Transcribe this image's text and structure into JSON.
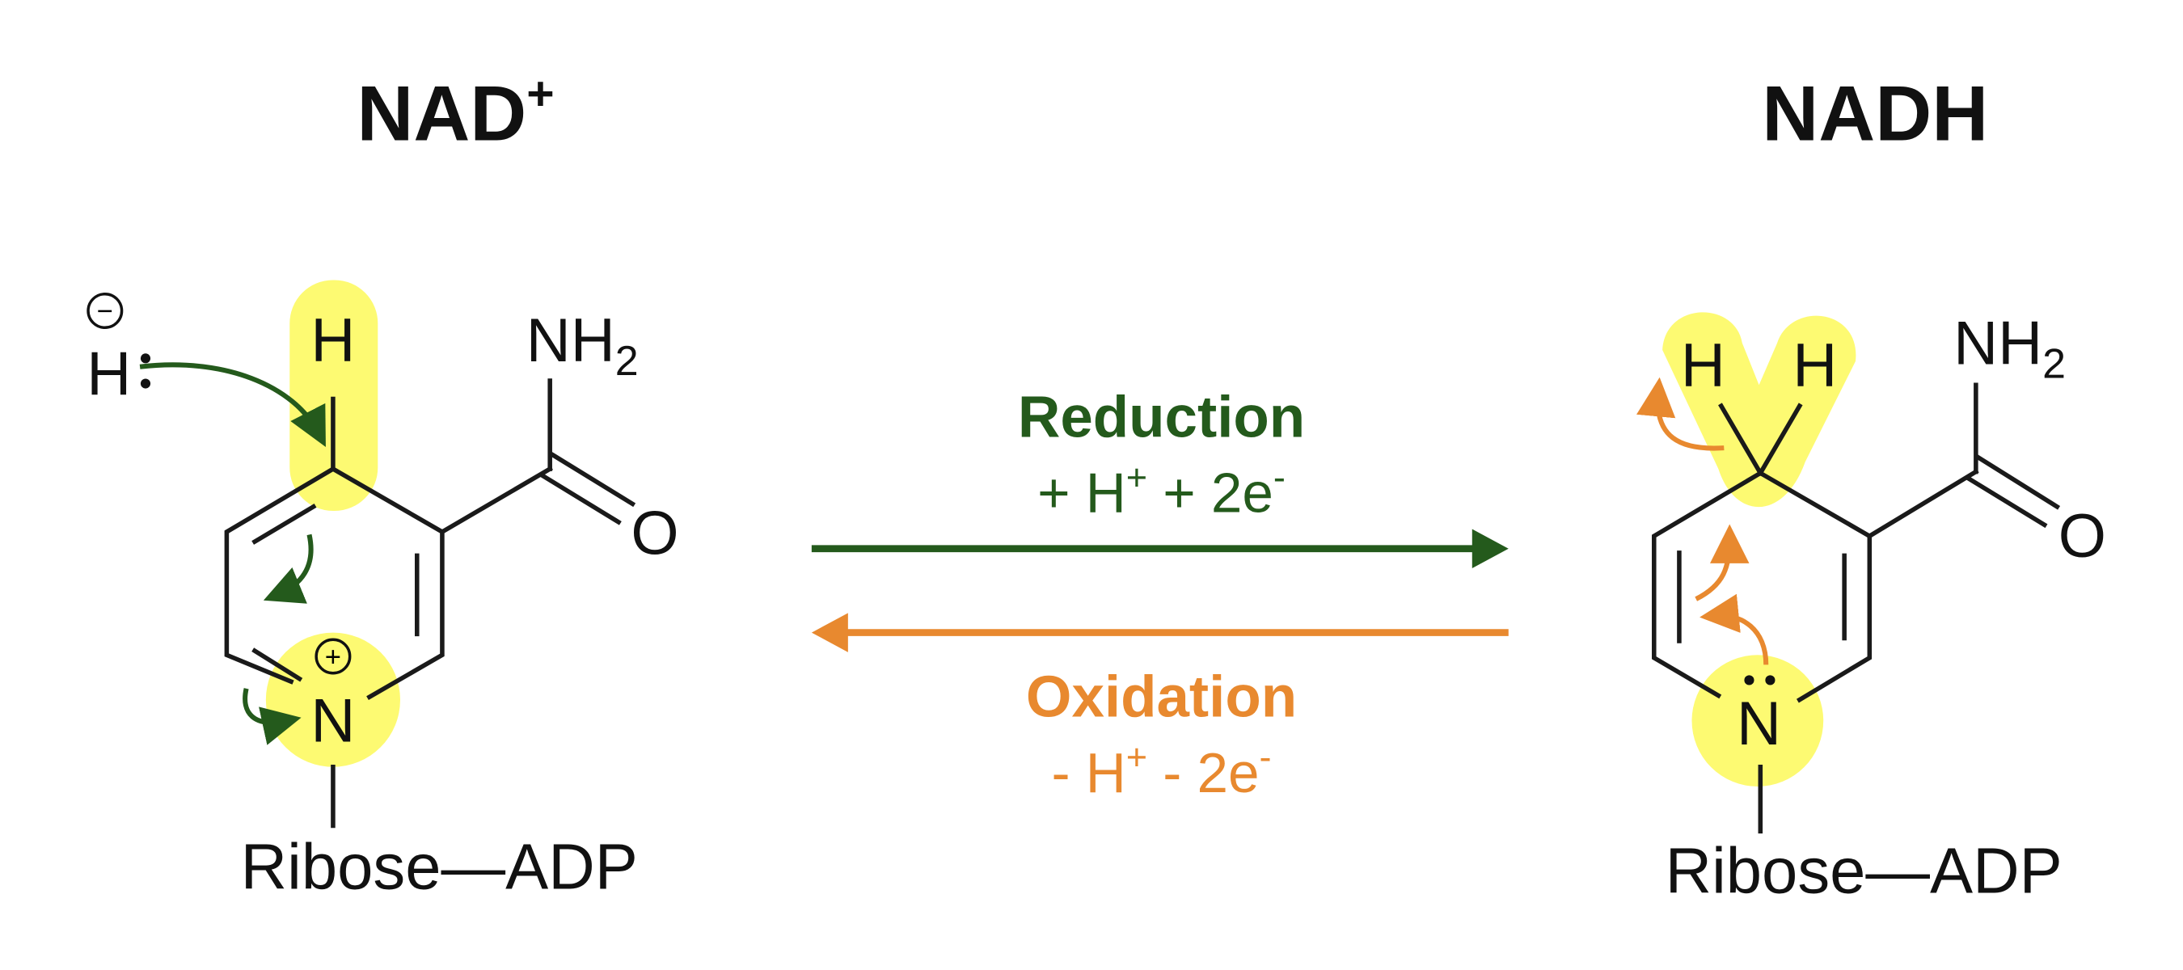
{
  "colors": {
    "reduction": "#245a1c",
    "oxidation": "#e8892f",
    "highlight": "#fdfa72"
  },
  "left": {
    "title": "NAD",
    "title_sup": "+",
    "hydride": "H",
    "hydride_charge": "−",
    "ring_H": "H",
    "amide_N": "NH",
    "amide_sub": "2",
    "carbonyl_O": "O",
    "ring_N": "N",
    "ring_N_charge": "+",
    "substituent": "Ribose—ADP"
  },
  "right": {
    "title": "NADH",
    "H1": "H",
    "H2": "H",
    "amide_N": "NH",
    "amide_sub": "2",
    "carbonyl_O": "O",
    "ring_N": "N",
    "substituent": "Ribose—ADP"
  },
  "reaction": {
    "forward_label": "Reduction",
    "forward_terms": {
      "a": "+ H",
      "a_sup": "+",
      "b": " + 2e",
      "b_sup": "-"
    },
    "reverse_label": "Oxidation",
    "reverse_terms": {
      "a": "- H",
      "a_sup": "+",
      "b": " - 2e",
      "b_sup": "-"
    }
  }
}
